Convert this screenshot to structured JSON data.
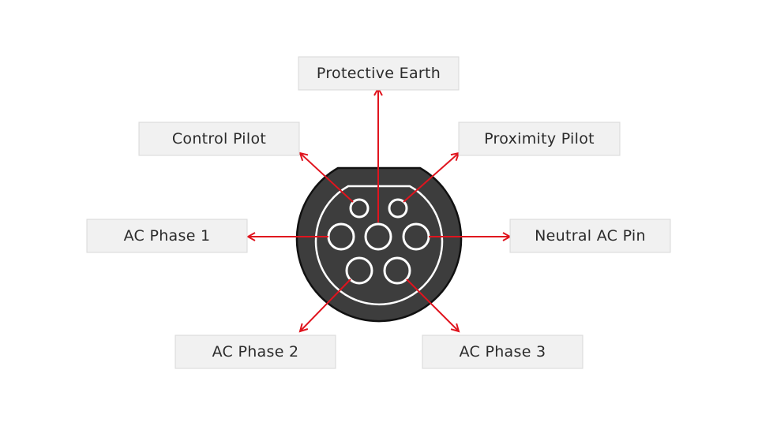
{
  "diagram": {
    "labels": {
      "protective_earth": "Protective Earth",
      "control_pilot": "Control Pilot",
      "proximity_pilot": "Proximity Pilot",
      "ac_phase_1": "AC Phase 1",
      "neutral_ac_pin": "Neutral AC Pin",
      "ac_phase_2": "AC Phase 2",
      "ac_phase_3": "AC Phase 3"
    },
    "colors": {
      "arrow": "#e0141e",
      "connector_body": "#3d3d3d",
      "connector_outline": "#111111",
      "pin_ring": "#ffffff",
      "label_background": "#f1f1f1",
      "label_border": "#d8d8d8",
      "label_text": "#2b2b2b"
    }
  }
}
